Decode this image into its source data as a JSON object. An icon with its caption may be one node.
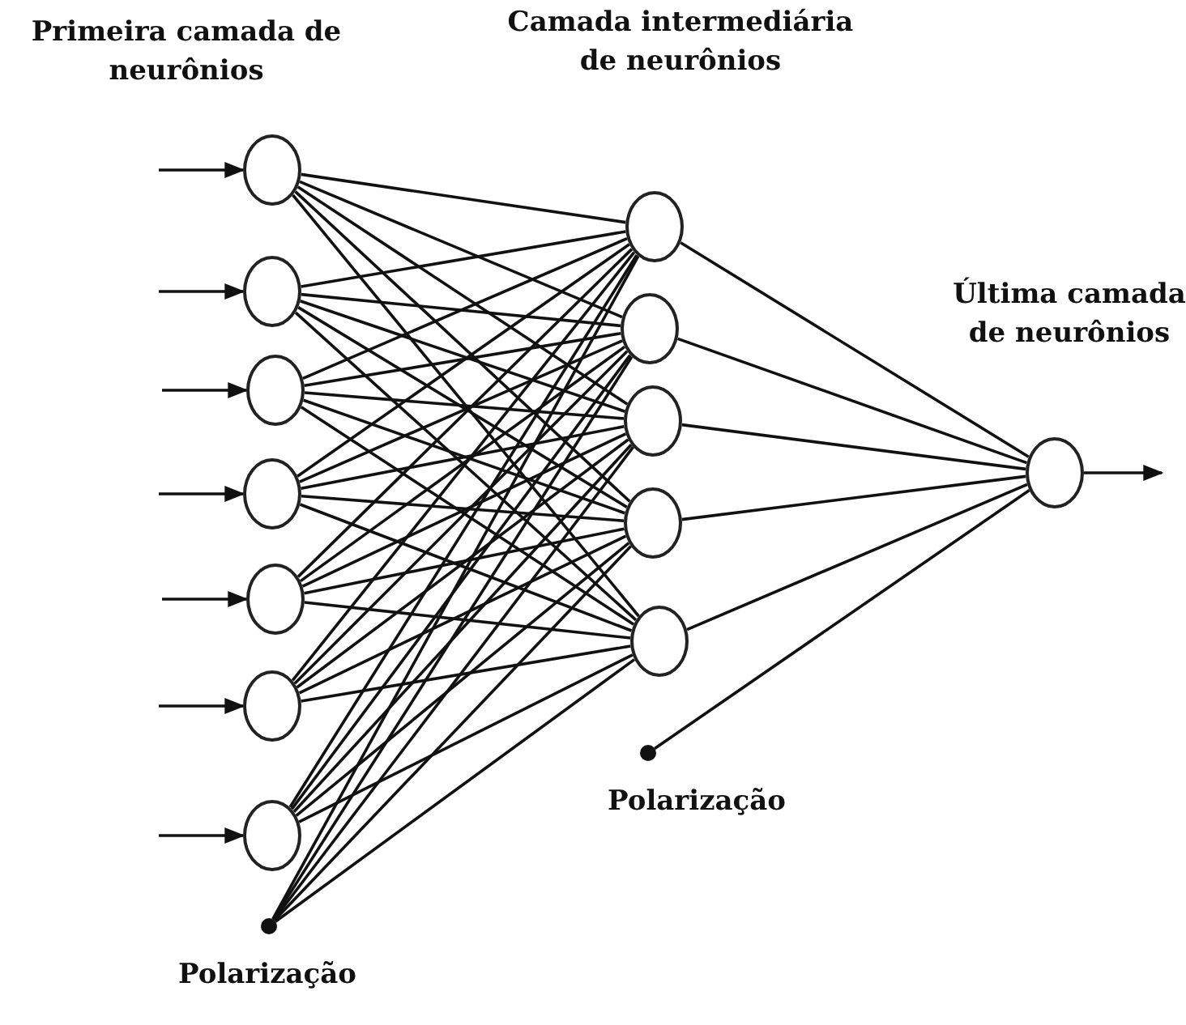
{
  "diagram": {
    "nodes": [
      {
        "text": [],
        "shape": "circle"
      },
      {
        "text": [],
        "shape": "circle"
      },
      {
        "text": [],
        "shape": "circle"
      },
      {
        "text": [],
        "shape": "circle"
      },
      {
        "text": [],
        "shape": "circle"
      },
      {
        "text": [],
        "shape": "circle"
      },
      {
        "text": [],
        "shape": "circle"
      },
      {
        "text": [],
        "shape": "circle"
      },
      {
        "text": [],
        "shape": "circle"
      },
      {
        "text": [],
        "shape": "circle"
      },
      {
        "text": [],
        "shape": "circle"
      },
      {
        "text": [],
        "shape": "circle"
      },
      {
        "text": [],
        "shape": "circle"
      },
      {
        "text": [],
        "shape": "circle",
        "beside": [
          "Polarização"
        ]
      },
      {
        "text": [],
        "shape": "circle",
        "beside": [
          "Polarização"
        ]
      }
    ],
    "edges": [
      {
        "from": null,
        "to": 0,
        "arrow": "to"
      },
      {
        "from": null,
        "to": 1,
        "arrow": "to"
      },
      {
        "from": null,
        "to": 2,
        "arrow": "to"
      },
      {
        "from": null,
        "to": 3,
        "arrow": "to"
      },
      {
        "from": null,
        "to": 4,
        "arrow": "to"
      },
      {
        "from": null,
        "to": 5,
        "arrow": "to"
      },
      {
        "from": null,
        "to": 6,
        "arrow": "to"
      },
      {
        "from": 0,
        "to": 7,
        "arrow": "none"
      },
      {
        "from": 0,
        "to": 8,
        "arrow": "none"
      },
      {
        "from": 0,
        "to": 9,
        "arrow": "none"
      },
      {
        "from": 0,
        "to": 10,
        "arrow": "none"
      },
      {
        "from": 0,
        "to": 11,
        "arrow": "none"
      },
      {
        "from": 1,
        "to": 7,
        "arrow": "none"
      },
      {
        "from": 1,
        "to": 8,
        "arrow": "none"
      },
      {
        "from": 1,
        "to": 9,
        "arrow": "none"
      },
      {
        "from": 1,
        "to": 10,
        "arrow": "none"
      },
      {
        "from": 1,
        "to": 11,
        "arrow": "none"
      },
      {
        "from": 2,
        "to": 7,
        "arrow": "none"
      },
      {
        "from": 2,
        "to": 8,
        "arrow": "none"
      },
      {
        "from": 2,
        "to": 9,
        "arrow": "none"
      },
      {
        "from": 2,
        "to": 10,
        "arrow": "none"
      },
      {
        "from": 2,
        "to": 11,
        "arrow": "none"
      },
      {
        "from": 3,
        "to": 7,
        "arrow": "none"
      },
      {
        "from": 3,
        "to": 8,
        "arrow": "none"
      },
      {
        "from": 3,
        "to": 9,
        "arrow": "none"
      },
      {
        "from": 3,
        "to": 10,
        "arrow": "none"
      },
      {
        "from": 3,
        "to": 11,
        "arrow": "none"
      },
      {
        "from": 4,
        "to": 7,
        "arrow": "none"
      },
      {
        "from": 4,
        "to": 8,
        "arrow": "none"
      },
      {
        "from": 4,
        "to": 9,
        "arrow": "none"
      },
      {
        "from": 4,
        "to": 10,
        "arrow": "none"
      },
      {
        "from": 4,
        "to": 11,
        "arrow": "none"
      },
      {
        "from": 5,
        "to": 7,
        "arrow": "none"
      },
      {
        "from": 5,
        "to": 8,
        "arrow": "none"
      },
      {
        "from": 5,
        "to": 9,
        "arrow": "none"
      },
      {
        "from": 5,
        "to": 10,
        "arrow": "none"
      },
      {
        "from": 5,
        "to": 11,
        "arrow": "none"
      },
      {
        "from": 6,
        "to": 7,
        "arrow": "none"
      },
      {
        "from": 6,
        "to": 8,
        "arrow": "none"
      },
      {
        "from": 6,
        "to": 9,
        "arrow": "none"
      },
      {
        "from": 6,
        "to": 10,
        "arrow": "none"
      },
      {
        "from": 6,
        "to": 11,
        "arrow": "none"
      },
      {
        "from": 13,
        "to": 7,
        "arrow": "none"
      },
      {
        "from": 13,
        "to": 8,
        "arrow": "none"
      },
      {
        "from": 13,
        "to": 9,
        "arrow": "none"
      },
      {
        "from": 13,
        "to": 10,
        "arrow": "none"
      },
      {
        "from": 13,
        "to": 11,
        "arrow": "none"
      },
      {
        "from": 7,
        "to": 12,
        "arrow": "none"
      },
      {
        "from": 8,
        "to": 12,
        "arrow": "none"
      },
      {
        "from": 9,
        "to": 12,
        "arrow": "none"
      },
      {
        "from": 10,
        "to": 12,
        "arrow": "none"
      },
      {
        "from": 11,
        "to": 12,
        "arrow": "none"
      },
      {
        "from": 14,
        "to": 12,
        "arrow": "none"
      },
      {
        "from": 12,
        "to": null,
        "arrow": "to"
      }
    ],
    "labels": [
      "Primeira camada de neurônios",
      "Camada intermediária de neurônios",
      "Última camada de neurônios"
    ]
  }
}
